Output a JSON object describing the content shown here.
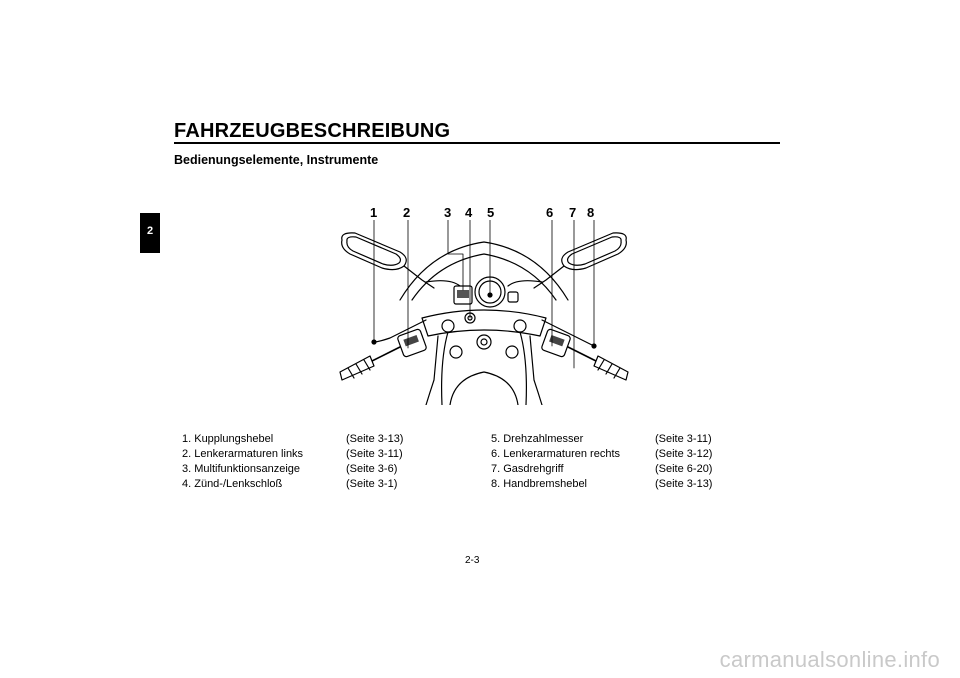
{
  "header": {
    "title": "FAHRZEUGBESCHREIBUNG",
    "subtitle": "Bedienungselemente, Instrumente",
    "chapter_tab": "2"
  },
  "diagram": {
    "callouts": [
      "1",
      "2",
      "3",
      "4",
      "5",
      "6",
      "7",
      "8"
    ]
  },
  "legend": {
    "left": [
      {
        "name": "1. Kupplungshebel",
        "ref": "(Seite 3-13)"
      },
      {
        "name": "2. Lenkerarmaturen links",
        "ref": "(Seite 3-11)"
      },
      {
        "name": "3. Multifunktionsanzeige",
        "ref": "(Seite 3-6)"
      },
      {
        "name": "4. Zünd-/Lenkschloß",
        "ref": "(Seite 3-1)"
      }
    ],
    "right": [
      {
        "name": "5. Drehzahlmesser",
        "ref": "(Seite 3-11)"
      },
      {
        "name": "6. Lenkerarmaturen rechts",
        "ref": "(Seite 3-12)"
      },
      {
        "name": "7. Gasdrehgriff",
        "ref": "(Seite 6-20)"
      },
      {
        "name": "8. Handbremshebel",
        "ref": "(Seite 3-13)"
      }
    ]
  },
  "footer": {
    "page_number": "2-3",
    "watermark": "carmanualsonline.info"
  }
}
